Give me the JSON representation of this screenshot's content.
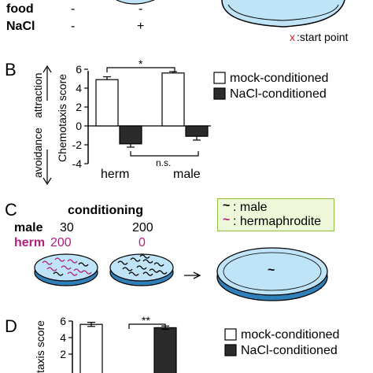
{
  "panelA": {
    "food_label": "food",
    "nacl_label": "NaCl",
    "food_values": [
      "-",
      "-"
    ],
    "nacl_values": [
      "-",
      "+"
    ],
    "start_marker": "x",
    "start_label": ":start point",
    "marker_color": "#d9261c"
  },
  "panelB": {
    "letter": "B",
    "axis_label": "Chemotaxis score",
    "direction_up": "attraction",
    "direction_down": "avoidance",
    "sig_top": "*",
    "sig_bottom": "n.s.",
    "legend": [
      "mock-conditioned",
      "NaCl-conditioned"
    ]
  },
  "panelC": {
    "letter": "C",
    "heading": "conditioning",
    "rows": [
      {
        "label": "male",
        "values": [
          "30",
          "200"
        ],
        "color": "#000000"
      },
      {
        "label": "herm",
        "values": [
          "200",
          "0"
        ],
        "color": "#b0207c"
      }
    ],
    "legend_male_glyph": "~",
    "legend_male": ": male",
    "legend_herm_glyph": "~",
    "legend_herm": ": hermaphrodite",
    "plate_glyph": "~",
    "legend_bg": "#eef7d8"
  },
  "panelD": {
    "letter": "D",
    "axis_label": "taxis score",
    "sig_top": "**",
    "legend": [
      "mock-conditioned",
      "NaCl-conditioned"
    ]
  },
  "chart_data": [
    {
      "type": "bar",
      "categories": [
        "herm",
        "male"
      ],
      "series": [
        {
          "name": "mock-conditioned",
          "values": [
            4.9,
            5.6
          ],
          "errors": [
            0.3,
            0.15
          ],
          "color": "#ffffff"
        },
        {
          "name": "NaCl-conditioned",
          "values": [
            -1.9,
            -1.1
          ],
          "errors": [
            0.35,
            0.4
          ],
          "color": "#2b2b2b"
        }
      ],
      "ylim": [
        -4,
        6
      ],
      "yticks": [
        "6",
        "4",
        "2",
        "0",
        "-2",
        "-4"
      ],
      "ylabel": "Chemotaxis score",
      "legend_position": "right"
    },
    {
      "type": "bar",
      "categories": [
        "",
        ""
      ],
      "series": [
        {
          "name": "mock-conditioned",
          "values": [
            5.6
          ],
          "errors": [
            0.25
          ],
          "color": "#ffffff"
        },
        {
          "name": "NaCl-conditioned",
          "values": [
            null,
            5.2
          ],
          "errors": [
            null,
            0.2
          ],
          "color": "#2b2b2b"
        }
      ],
      "ylim": [
        -4,
        6
      ],
      "ylabel": "taxis score",
      "legend_position": "right"
    }
  ]
}
